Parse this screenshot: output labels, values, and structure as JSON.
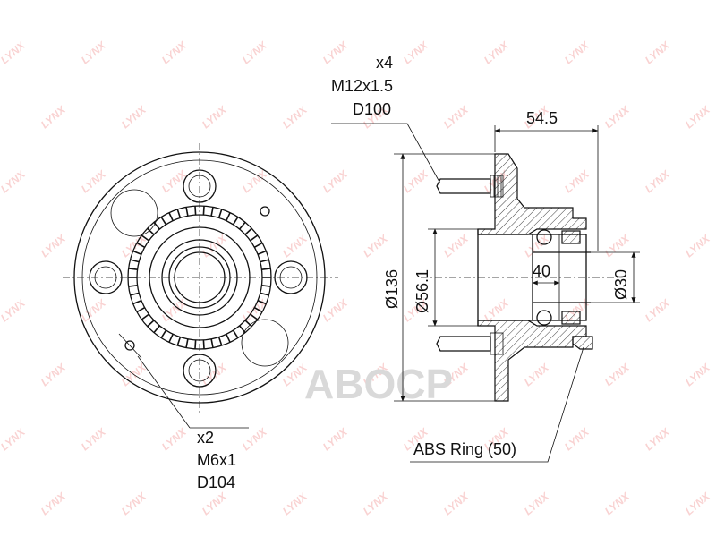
{
  "watermark": {
    "text": "LYNX",
    "color": "#e53935"
  },
  "brand_watermark": {
    "text": "ABOCP"
  },
  "callouts": {
    "studs": {
      "count": "x4",
      "thread": "M12x1.5",
      "pcd": "D100"
    },
    "holes": {
      "count": "x2",
      "thread": "M6x1",
      "pcd": "D104"
    },
    "abs": {
      "label": "ABS Ring (50)"
    }
  },
  "dimensions": {
    "width_hub": "54.5",
    "flange_dia": "Ø136",
    "pilot_dia": "Ø56.1",
    "bore_dia": "Ø30",
    "bearing_width": "40"
  }
}
